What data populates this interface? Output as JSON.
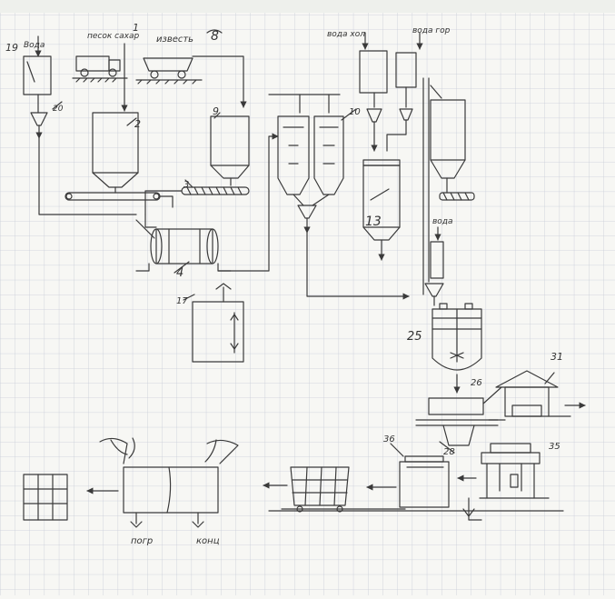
{
  "paper": {
    "grid_color": "#c7ccd8",
    "ink_color": "#3a3a3a",
    "background": "#f7f7f4"
  },
  "labels": {
    "n19": "19",
    "voda_top": "Вода",
    "pesok_sahar": "песок сахар",
    "n1_truck": "1",
    "izvest": "известь",
    "n8": "8",
    "n20": "20",
    "n2": "2",
    "n9": "9",
    "n3": "3",
    "n4": "4",
    "n10": "10",
    "voda_hol": "вода хол",
    "voda_gor": "вода гор",
    "n13": "13",
    "voda_mid": "вода",
    "n17": "17",
    "n25": "25",
    "n31": "31",
    "n26": "26",
    "n36": "36",
    "n28": "28",
    "n35": "35",
    "pogr": "погр",
    "konc": "конц"
  }
}
